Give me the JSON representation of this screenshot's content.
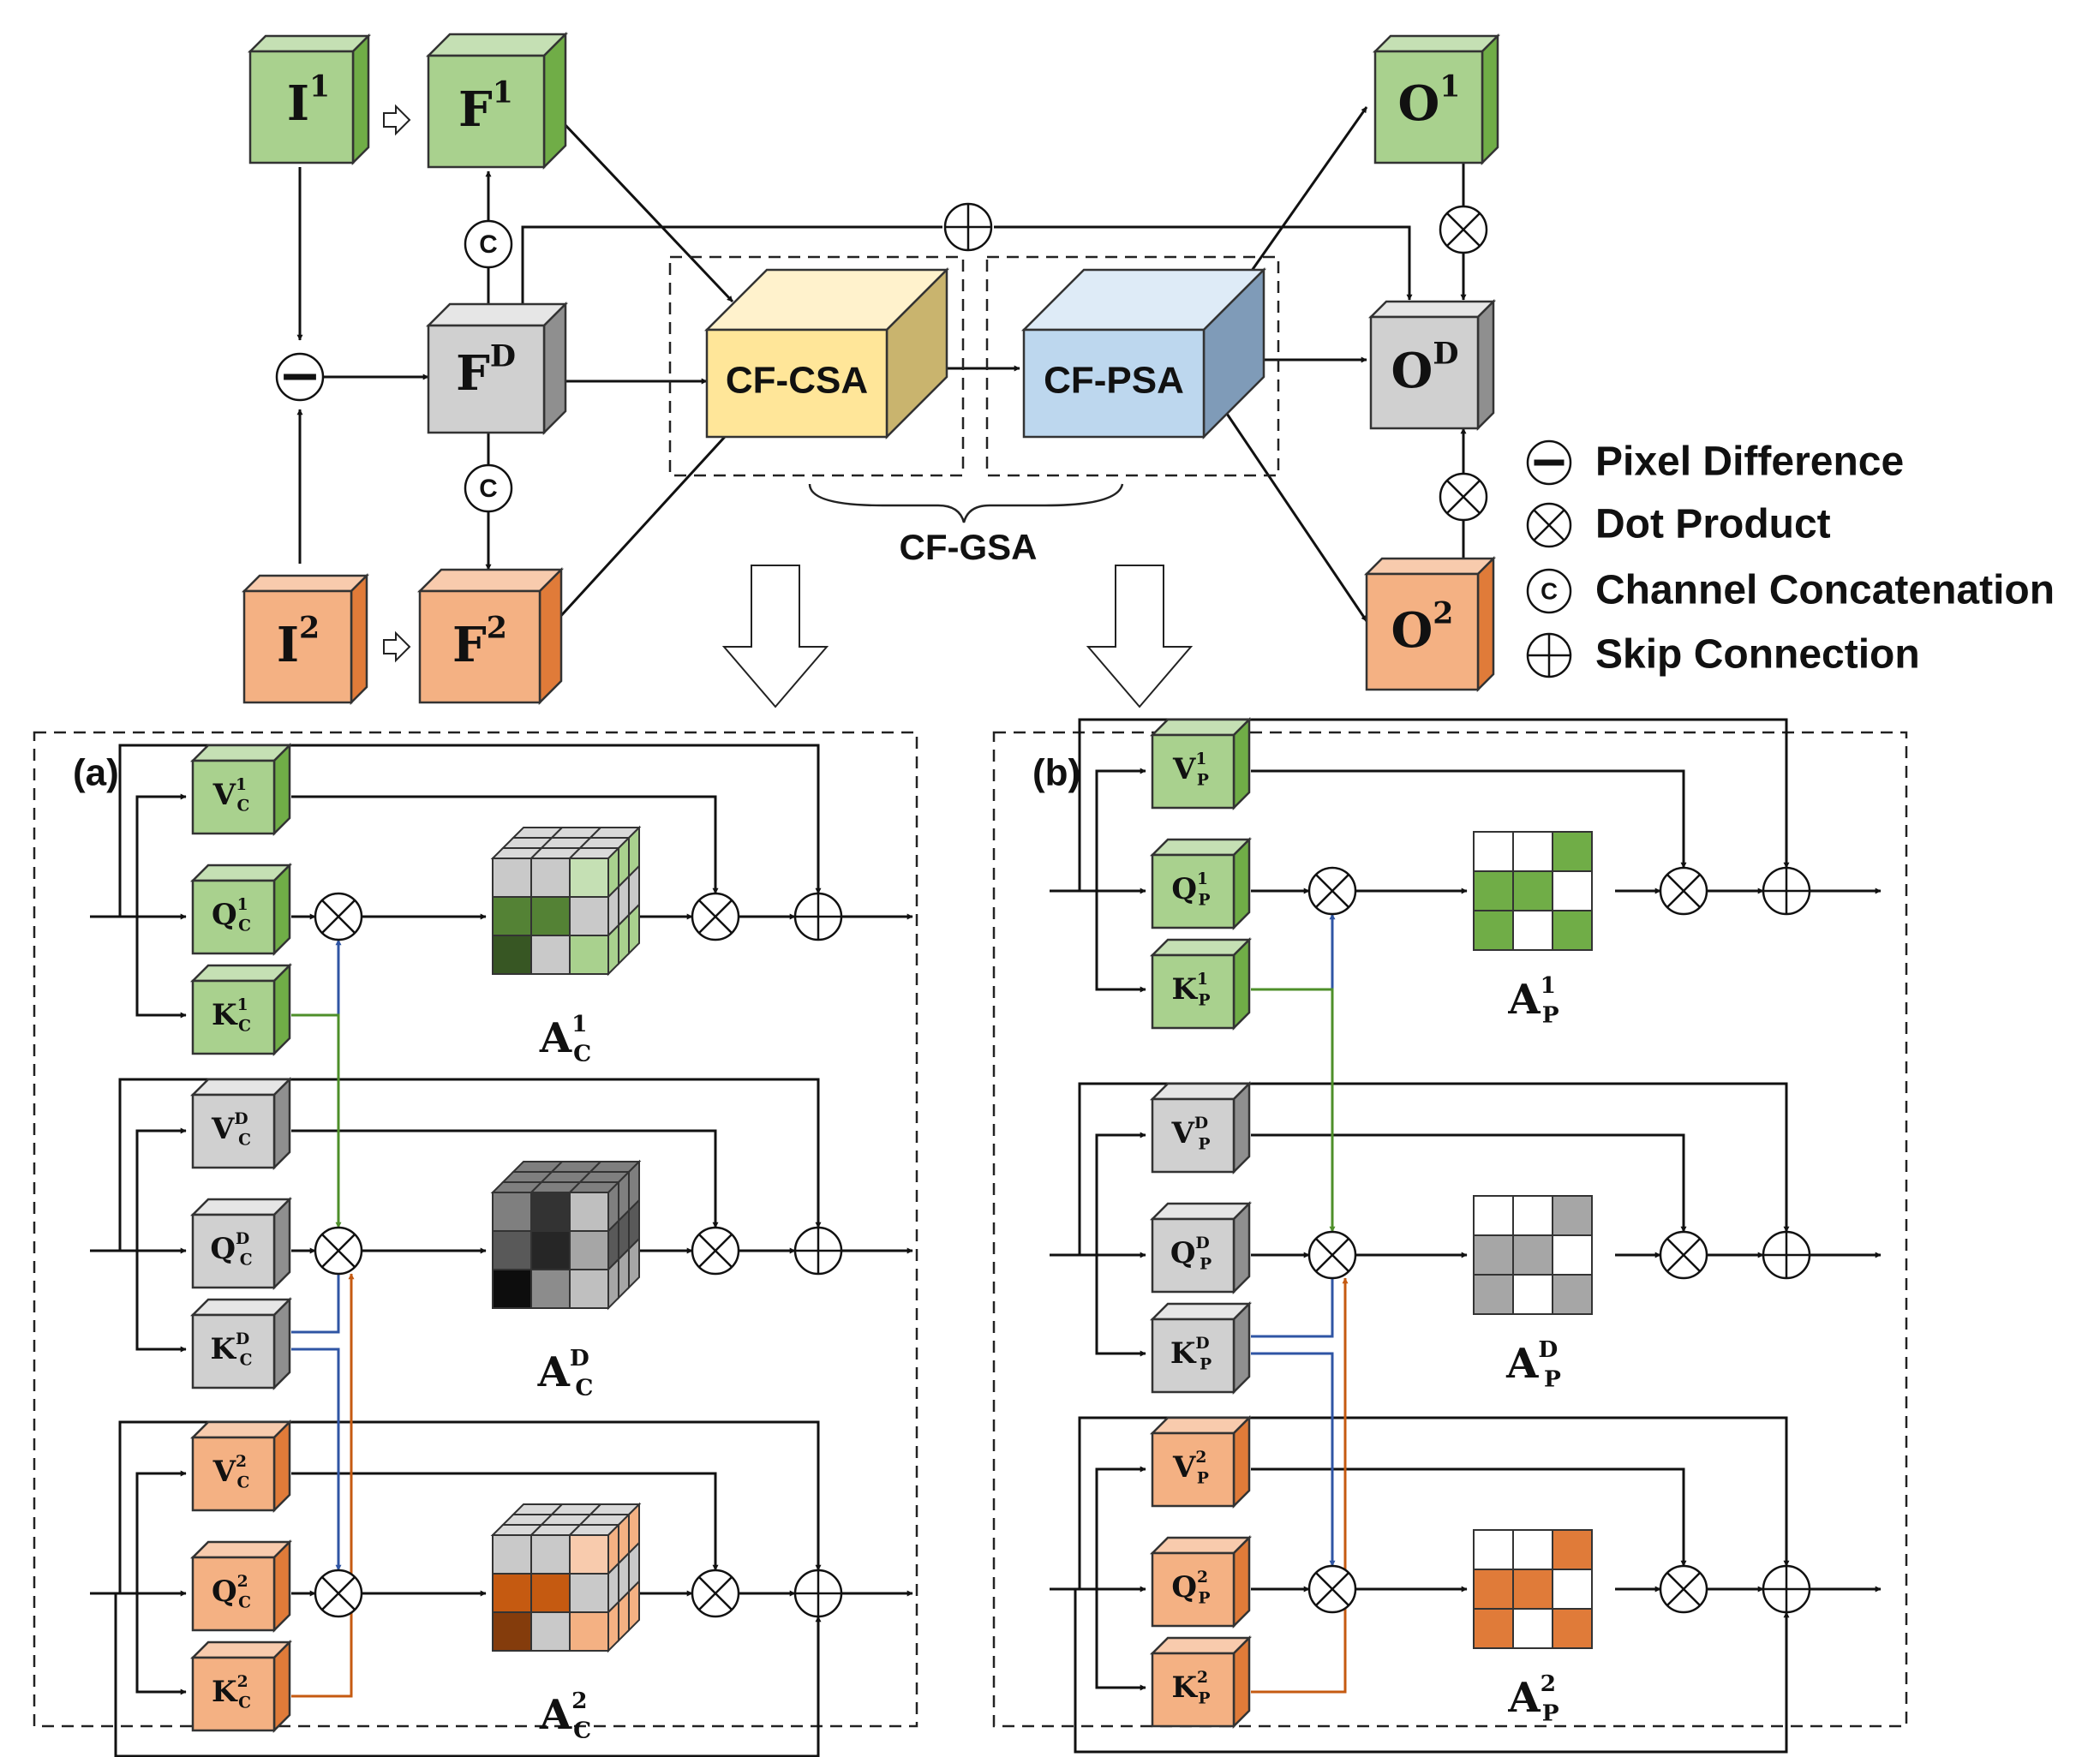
{
  "colors": {
    "green": "#a9d18e",
    "green_side": "#70ad47",
    "green_top": "#c5e0b4",
    "gray": "#d0d0d0",
    "gray_side": "#8f8f8f",
    "gray_top": "#e6e6e6",
    "orange": "#f4b183",
    "orange_side": "#e07b39",
    "orange_top": "#f8cbad",
    "yellow": "#ffe699",
    "yellow_side": "#c9b46e",
    "yellow_top": "#fff2cc",
    "blue": "#bdd7ee",
    "blue_side": "#7f9bb8",
    "blue_top": "#deebf7",
    "blue_line": "#2f55a4",
    "green_line": "#4e8f2a",
    "orange_line": "#c55a11"
  },
  "top": {
    "I1": {
      "base": "I",
      "sup": "1"
    },
    "F1": {
      "base": "F",
      "sup": "1"
    },
    "FD": {
      "base": "F",
      "sup": "D"
    },
    "I2": {
      "base": "I",
      "sup": "2"
    },
    "F2": {
      "base": "F",
      "sup": "2"
    },
    "O1": {
      "base": "O",
      "sup": "1"
    },
    "OD": {
      "base": "O",
      "sup": "D"
    },
    "O2": {
      "base": "O",
      "sup": "2"
    },
    "csa_label": "CF-CSA",
    "psa_label": "CF-PSA",
    "gsa_label": "CF-GSA",
    "concat_symbol": "C"
  },
  "legend": [
    {
      "icon": "minus",
      "text": "Pixel Difference"
    },
    {
      "icon": "times",
      "text": "Dot Product"
    },
    {
      "icon": "c",
      "text": "Channel Concatenation"
    },
    {
      "icon": "plus",
      "text": "Skip Connection"
    }
  ],
  "panel_a": {
    "label": "(a)",
    "blocks": [
      {
        "V": {
          "base": "V",
          "sub": "C",
          "sup": "1"
        },
        "Q": {
          "base": "Q",
          "sub": "C",
          "sup": "1"
        },
        "K": {
          "base": "K",
          "sub": "C",
          "sup": "1"
        },
        "A": {
          "base": "A",
          "sub": "C",
          "sup": "1"
        }
      },
      {
        "V": {
          "base": "V",
          "sub": "C",
          "sup": "D"
        },
        "Q": {
          "base": "Q",
          "sub": "C",
          "sup": "D"
        },
        "K": {
          "base": "K",
          "sub": "C",
          "sup": "D"
        },
        "A": {
          "base": "A",
          "sub": "C",
          "sup": "D"
        }
      },
      {
        "V": {
          "base": "V",
          "sub": "C",
          "sup": "2"
        },
        "Q": {
          "base": "Q",
          "sub": "C",
          "sup": "2"
        },
        "K": {
          "base": "K",
          "sub": "C",
          "sup": "2"
        },
        "A": {
          "base": "A",
          "sub": "C",
          "sup": "2"
        }
      }
    ]
  },
  "panel_b": {
    "label": "(b)",
    "blocks": [
      {
        "V": {
          "base": "V",
          "sub": "P",
          "sup": "1"
        },
        "Q": {
          "base": "Q",
          "sub": "P",
          "sup": "1"
        },
        "K": {
          "base": "K",
          "sub": "P",
          "sup": "1"
        },
        "A": {
          "base": "A",
          "sub": "P",
          "sup": "1"
        }
      },
      {
        "V": {
          "base": "V",
          "sub": "P",
          "sup": "D"
        },
        "Q": {
          "base": "Q",
          "sub": "P",
          "sup": "D"
        },
        "K": {
          "base": "K",
          "sub": "P",
          "sup": "D"
        },
        "A": {
          "base": "A",
          "sub": "P",
          "sup": "D"
        }
      },
      {
        "V": {
          "base": "V",
          "sub": "P",
          "sup": "2"
        },
        "Q": {
          "base": "Q",
          "sub": "P",
          "sup": "2"
        },
        "K": {
          "base": "K",
          "sub": "P",
          "sup": "2"
        },
        "A": {
          "base": "A",
          "sub": "P",
          "sup": "2"
        }
      }
    ]
  }
}
